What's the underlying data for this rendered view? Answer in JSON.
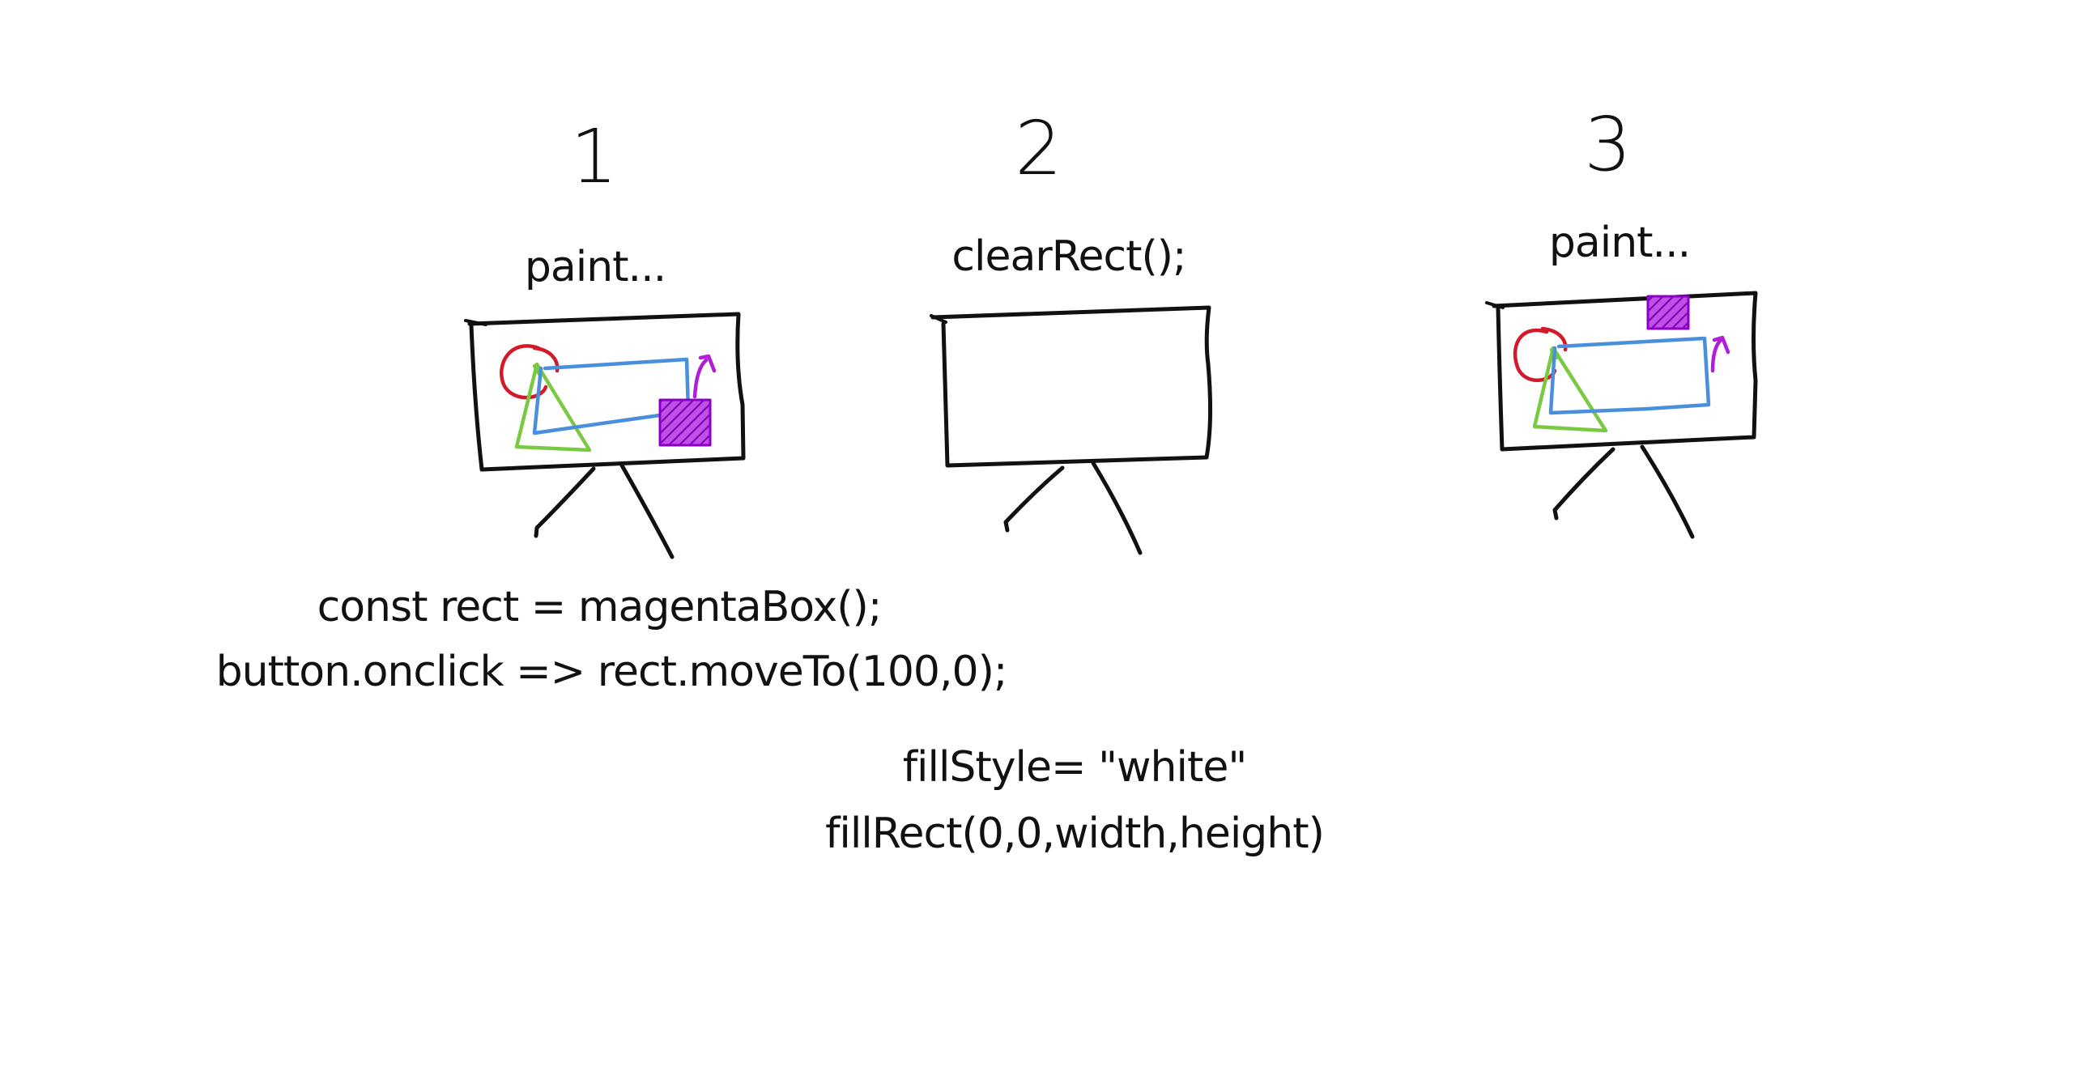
{
  "steps": [
    {
      "number": "1",
      "caption": "paint..."
    },
    {
      "number": "2",
      "caption": "clearRect();"
    },
    {
      "number": "3",
      "caption": "paint..."
    }
  ],
  "code_block_1": {
    "line1": "const rect = magentaBox();",
    "line2": "button.onclick => rect.moveTo(100,0);"
  },
  "code_block_2": {
    "line1": "fillStyle= \"white\"",
    "line2": "fillRect(0,0,width,height)"
  },
  "colors": {
    "ink": "#111111",
    "circle": "#d21a2a",
    "rectangle": "#4a8fdb",
    "triangle": "#7ac943",
    "magenta_box": "#a514d6",
    "arrow": "#b01ed8"
  }
}
